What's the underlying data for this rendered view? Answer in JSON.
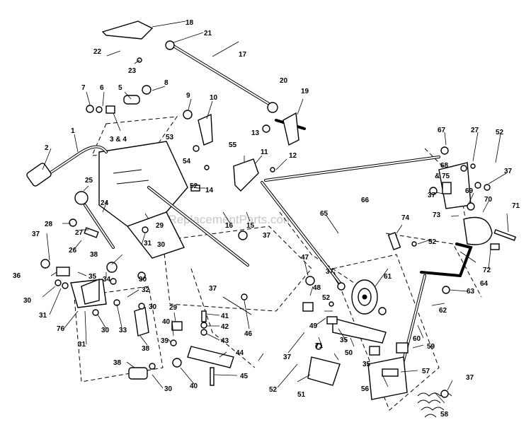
{
  "watermark": "eReplacementParts.com",
  "callouts": [
    "1",
    "2",
    "3 & 4",
    "5",
    "6",
    "7",
    "8",
    "9",
    "10",
    "11",
    "12",
    "13",
    "14",
    "15",
    "16",
    "17",
    "18",
    "19",
    "20",
    "21",
    "22",
    "23",
    "24",
    "25",
    "26",
    "27",
    "28",
    "29",
    "30",
    "31",
    "32",
    "33",
    "34",
    "35",
    "36",
    "37",
    "38",
    "39",
    "40",
    "41",
    "42",
    "43",
    "44",
    "45",
    "46",
    "47",
    "48",
    "49",
    "50",
    "51",
    "52",
    "53",
    "54",
    "55",
    "56",
    "57",
    "58",
    "59",
    "60",
    "61",
    "62",
    "63",
    "64",
    "65",
    "66",
    "67",
    "68",
    "& 75",
    "69",
    "70",
    "71",
    "72",
    "73",
    "74",
    "76"
  ]
}
